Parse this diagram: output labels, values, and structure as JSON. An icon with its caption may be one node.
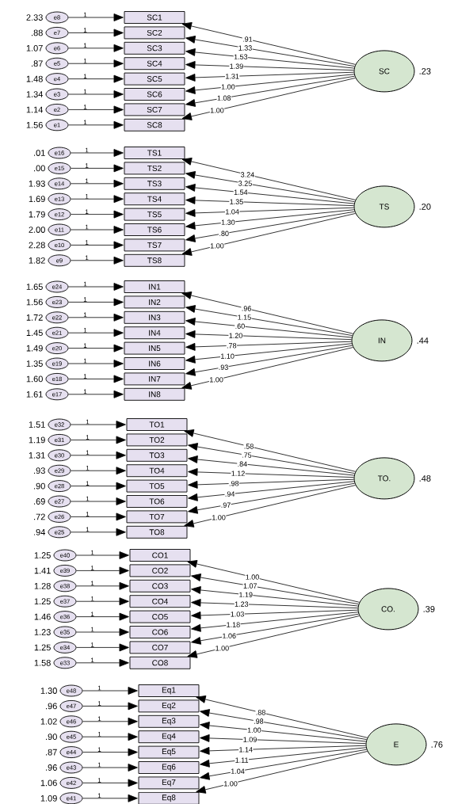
{
  "diagram": {
    "nodes": [
      {
        "text": [
          "e8"
        ],
        "beside": [
          "2.33"
        ]
      },
      {
        "text": [
          "e7"
        ],
        "beside": [
          ".88"
        ]
      },
      {
        "text": [
          "e6"
        ],
        "beside": [
          "1.07"
        ]
      },
      {
        "text": [
          "e5"
        ],
        "beside": [
          ".87"
        ]
      },
      {
        "text": [
          "e4"
        ],
        "beside": [
          "1.48"
        ]
      },
      {
        "text": [
          "e3"
        ],
        "beside": [
          "1.34"
        ]
      },
      {
        "text": [
          "e2"
        ],
        "beside": [
          "1.14"
        ]
      },
      {
        "text": [
          "e1"
        ],
        "beside": [
          "1.56"
        ]
      },
      {
        "text": [
          "SC1"
        ]
      },
      {
        "text": [
          "SC2"
        ]
      },
      {
        "text": [
          "SC3"
        ]
      },
      {
        "text": [
          "SC4"
        ]
      },
      {
        "text": [
          "SC5"
        ]
      },
      {
        "text": [
          "SC6"
        ]
      },
      {
        "text": [
          "SC7"
        ]
      },
      {
        "text": [
          "SC8"
        ]
      },
      {
        "text": [
          "SC"
        ],
        "beside": [
          ".23"
        ]
      },
      {
        "text": [
          "e16"
        ],
        "beside": [
          ".01"
        ]
      },
      {
        "text": [
          "e15"
        ],
        "beside": [
          ".00"
        ]
      },
      {
        "text": [
          "e14"
        ],
        "beside": [
          "1.93"
        ]
      },
      {
        "text": [
          "e13"
        ],
        "beside": [
          "1.69"
        ]
      },
      {
        "text": [
          "e12"
        ],
        "beside": [
          "1.79"
        ]
      },
      {
        "text": [
          "e11"
        ],
        "beside": [
          "2.00"
        ]
      },
      {
        "text": [
          "e10"
        ],
        "beside": [
          "2.28"
        ]
      },
      {
        "text": [
          "e9"
        ],
        "beside": [
          "1.82"
        ]
      },
      {
        "text": [
          "TS1"
        ]
      },
      {
        "text": [
          "TS2"
        ]
      },
      {
        "text": [
          "TS3"
        ]
      },
      {
        "text": [
          "TS4"
        ]
      },
      {
        "text": [
          "TS5"
        ]
      },
      {
        "text": [
          "TS6"
        ]
      },
      {
        "text": [
          "TS7"
        ]
      },
      {
        "text": [
          "TS8"
        ]
      },
      {
        "text": [
          "TS"
        ],
        "beside": [
          ".20"
        ]
      },
      {
        "text": [
          "e24"
        ],
        "beside": [
          "1.65"
        ]
      },
      {
        "text": [
          "e23"
        ],
        "beside": [
          "1.56"
        ]
      },
      {
        "text": [
          "e22"
        ],
        "beside": [
          "1.72"
        ]
      },
      {
        "text": [
          "e21"
        ],
        "beside": [
          "1.45"
        ]
      },
      {
        "text": [
          "e20"
        ],
        "beside": [
          "1.49"
        ]
      },
      {
        "text": [
          "e19"
        ],
        "beside": [
          "1.35"
        ]
      },
      {
        "text": [
          "e18"
        ],
        "beside": [
          "1.60"
        ]
      },
      {
        "text": [
          "e17"
        ],
        "beside": [
          "1.61"
        ]
      },
      {
        "text": [
          "IN1"
        ]
      },
      {
        "text": [
          "IN2"
        ]
      },
      {
        "text": [
          "IN3"
        ]
      },
      {
        "text": [
          "IN4"
        ]
      },
      {
        "text": [
          "IN5"
        ]
      },
      {
        "text": [
          "IN6"
        ]
      },
      {
        "text": [
          "IN7"
        ]
      },
      {
        "text": [
          "IN8"
        ]
      },
      {
        "text": [
          "IN"
        ],
        "beside": [
          ".44"
        ]
      },
      {
        "text": [
          "e32"
        ],
        "beside": [
          "1.51"
        ]
      },
      {
        "text": [
          "e31"
        ],
        "beside": [
          "1.19"
        ]
      },
      {
        "text": [
          "e30"
        ],
        "beside": [
          "1.31"
        ]
      },
      {
        "text": [
          "e29"
        ],
        "beside": [
          ".93"
        ]
      },
      {
        "text": [
          "e28"
        ],
        "beside": [
          ".90"
        ]
      },
      {
        "text": [
          "e27"
        ],
        "beside": [
          ".69"
        ]
      },
      {
        "text": [
          "e26"
        ],
        "beside": [
          ".72"
        ]
      },
      {
        "text": [
          "e25"
        ],
        "beside": [
          ".94"
        ]
      },
      {
        "text": [
          "TO1"
        ]
      },
      {
        "text": [
          "TO2"
        ]
      },
      {
        "text": [
          "TO3"
        ]
      },
      {
        "text": [
          "TO4"
        ]
      },
      {
        "text": [
          "TO5"
        ]
      },
      {
        "text": [
          "TO6"
        ]
      },
      {
        "text": [
          "TO7"
        ]
      },
      {
        "text": [
          "TO8"
        ]
      },
      {
        "text": [
          "TO."
        ],
        "beside": [
          ".48"
        ]
      },
      {
        "text": [
          "e40"
        ],
        "beside": [
          "1.25"
        ]
      },
      {
        "text": [
          "e39"
        ],
        "beside": [
          "1.41"
        ]
      },
      {
        "text": [
          "e38"
        ],
        "beside": [
          "1.28"
        ]
      },
      {
        "text": [
          "e37"
        ],
        "beside": [
          "1.25"
        ]
      },
      {
        "text": [
          "e36"
        ],
        "beside": [
          "1.46"
        ]
      },
      {
        "text": [
          "e35"
        ],
        "beside": [
          "1.23"
        ]
      },
      {
        "text": [
          "e34"
        ],
        "beside": [
          "1.25"
        ]
      },
      {
        "text": [
          "e33"
        ],
        "beside": [
          "1.58"
        ]
      },
      {
        "text": [
          "CO1"
        ]
      },
      {
        "text": [
          "CO2"
        ]
      },
      {
        "text": [
          "CO3"
        ]
      },
      {
        "text": [
          "CO4"
        ]
      },
      {
        "text": [
          "CO5"
        ]
      },
      {
        "text": [
          "CO6"
        ]
      },
      {
        "text": [
          "CO7"
        ]
      },
      {
        "text": [
          "CO8"
        ]
      },
      {
        "text": [
          "CO."
        ],
        "beside": [
          ".39"
        ]
      },
      {
        "text": [
          "e48"
        ],
        "beside": [
          "1.30"
        ]
      },
      {
        "text": [
          "e47"
        ],
        "beside": [
          ".96"
        ]
      },
      {
        "text": [
          "e46"
        ],
        "beside": [
          "1.02"
        ]
      },
      {
        "text": [
          "e45"
        ],
        "beside": [
          ".90"
        ]
      },
      {
        "text": [
          "e44"
        ],
        "beside": [
          ".87"
        ]
      },
      {
        "text": [
          "e43"
        ],
        "beside": [
          ".96"
        ]
      },
      {
        "text": [
          "e42"
        ],
        "beside": [
          "1.06"
        ]
      },
      {
        "text": [
          "e41"
        ],
        "beside": [
          "1.09"
        ]
      },
      {
        "text": [
          "Eq1"
        ]
      },
      {
        "text": [
          "Eq2"
        ]
      },
      {
        "text": [
          "Eq3"
        ]
      },
      {
        "text": [
          "Eq4"
        ]
      },
      {
        "text": [
          "Eq5"
        ]
      },
      {
        "text": [
          "Eq6"
        ]
      },
      {
        "text": [
          "Eq7"
        ]
      },
      {
        "text": [
          "Eq8"
        ]
      },
      {
        "text": [
          "E"
        ],
        "beside": [
          ".76"
        ]
      }
    ],
    "edges": [
      {
        "from": 0,
        "to": 8,
        "arrow": "to",
        "label": "1"
      },
      {
        "from": 1,
        "to": 9,
        "arrow": "to",
        "label": "1"
      },
      {
        "from": 2,
        "to": 10,
        "arrow": "to",
        "label": "1"
      },
      {
        "from": 3,
        "to": 11,
        "arrow": "to",
        "label": "1"
      },
      {
        "from": 4,
        "to": 12,
        "arrow": "to",
        "label": "1"
      },
      {
        "from": 5,
        "to": 13,
        "arrow": "to",
        "label": "1"
      },
      {
        "from": 6,
        "to": 14,
        "arrow": "to",
        "label": "1"
      },
      {
        "from": 7,
        "to": 15,
        "arrow": "to",
        "label": "1"
      },
      {
        "from": 16,
        "to": 8,
        "arrow": "to",
        "label": ".91"
      },
      {
        "from": 16,
        "to": 9,
        "arrow": "to",
        "label": "1.33"
      },
      {
        "from": 16,
        "to": 10,
        "arrow": "to",
        "label": "1.53"
      },
      {
        "from": 16,
        "to": 11,
        "arrow": "to",
        "label": "1.39"
      },
      {
        "from": 16,
        "to": 12,
        "arrow": "to",
        "label": "1.31"
      },
      {
        "from": 16,
        "to": 13,
        "arrow": "to",
        "label": "1.00"
      },
      {
        "from": 16,
        "to": 14,
        "arrow": "to",
        "label": "1.08"
      },
      {
        "from": 16,
        "to": 15,
        "arrow": "to",
        "label": "1.00"
      },
      {
        "from": 17,
        "to": 25,
        "arrow": "to",
        "label": "1"
      },
      {
        "from": 18,
        "to": 26,
        "arrow": "to",
        "label": "1"
      },
      {
        "from": 19,
        "to": 27,
        "arrow": "to",
        "label": "1"
      },
      {
        "from": 20,
        "to": 28,
        "arrow": "to",
        "label": "1"
      },
      {
        "from": 21,
        "to": 29,
        "arrow": "to",
        "label": "1"
      },
      {
        "from": 22,
        "to": 30,
        "arrow": "to",
        "label": "1"
      },
      {
        "from": 23,
        "to": 31,
        "arrow": "to",
        "label": "1"
      },
      {
        "from": 24,
        "to": 32,
        "arrow": "to",
        "label": "1"
      },
      {
        "from": 33,
        "to": 25,
        "arrow": "to",
        "label": "3.24"
      },
      {
        "from": 33,
        "to": 26,
        "arrow": "to",
        "label": "3.25"
      },
      {
        "from": 33,
        "to": 27,
        "arrow": "to",
        "label": "1.54"
      },
      {
        "from": 33,
        "to": 28,
        "arrow": "to",
        "label": "1.35"
      },
      {
        "from": 33,
        "to": 29,
        "arrow": "to",
        "label": "1.04"
      },
      {
        "from": 33,
        "to": 30,
        "arrow": "to",
        "label": "1.30"
      },
      {
        "from": 33,
        "to": 31,
        "arrow": "to",
        "label": ".80"
      },
      {
        "from": 33,
        "to": 32,
        "arrow": "to",
        "label": "1.00"
      },
      {
        "from": 34,
        "to": 42,
        "arrow": "to",
        "label": "1"
      },
      {
        "from": 35,
        "to": 43,
        "arrow": "to",
        "label": "1"
      },
      {
        "from": 36,
        "to": 44,
        "arrow": "to",
        "label": "1"
      },
      {
        "from": 37,
        "to": 45,
        "arrow": "to",
        "label": "1"
      },
      {
        "from": 38,
        "to": 46,
        "arrow": "to",
        "label": "1"
      },
      {
        "from": 39,
        "to": 47,
        "arrow": "to",
        "label": "1"
      },
      {
        "from": 40,
        "to": 48,
        "arrow": "to",
        "label": "1"
      },
      {
        "from": 41,
        "to": 49,
        "arrow": "to",
        "label": "1"
      },
      {
        "from": 50,
        "to": 42,
        "arrow": "to",
        "label": ".96"
      },
      {
        "from": 50,
        "to": 43,
        "arrow": "to",
        "label": "1.15"
      },
      {
        "from": 50,
        "to": 44,
        "arrow": "to",
        "label": ".60"
      },
      {
        "from": 50,
        "to": 45,
        "arrow": "to",
        "label": "1.20"
      },
      {
        "from": 50,
        "to": 46,
        "arrow": "to",
        "label": ".78"
      },
      {
        "from": 50,
        "to": 47,
        "arrow": "to",
        "label": "1.10"
      },
      {
        "from": 50,
        "to": 48,
        "arrow": "to",
        "label": ".93"
      },
      {
        "from": 50,
        "to": 49,
        "arrow": "to",
        "label": "1.00"
      },
      {
        "from": 51,
        "to": 59,
        "arrow": "to",
        "label": "1"
      },
      {
        "from": 52,
        "to": 60,
        "arrow": "to",
        "label": "1"
      },
      {
        "from": 53,
        "to": 61,
        "arrow": "to",
        "label": "1"
      },
      {
        "from": 54,
        "to": 62,
        "arrow": "to",
        "label": "1"
      },
      {
        "from": 55,
        "to": 63,
        "arrow": "to",
        "label": "1"
      },
      {
        "from": 56,
        "to": 64,
        "arrow": "to",
        "label": "1"
      },
      {
        "from": 57,
        "to": 65,
        "arrow": "to",
        "label": "1"
      },
      {
        "from": 58,
        "to": 66,
        "arrow": "to",
        "label": "1"
      },
      {
        "from": 67,
        "to": 59,
        "arrow": "to",
        "label": ".58"
      },
      {
        "from": 67,
        "to": 60,
        "arrow": "to",
        "label": ".75"
      },
      {
        "from": 67,
        "to": 61,
        "arrow": "to",
        "label": ".84"
      },
      {
        "from": 67,
        "to": 62,
        "arrow": "to",
        "label": "1.12"
      },
      {
        "from": 67,
        "to": 63,
        "arrow": "to",
        "label": ".98"
      },
      {
        "from": 67,
        "to": 64,
        "arrow": "to",
        "label": ".94"
      },
      {
        "from": 67,
        "to": 65,
        "arrow": "to",
        "label": ".97"
      },
      {
        "from": 67,
        "to": 66,
        "arrow": "to",
        "label": "1.00"
      },
      {
        "from": 68,
        "to": 76,
        "arrow": "to",
        "label": "1"
      },
      {
        "from": 69,
        "to": 77,
        "arrow": "to",
        "label": "1"
      },
      {
        "from": 70,
        "to": 78,
        "arrow": "to",
        "label": "1"
      },
      {
        "from": 71,
        "to": 79,
        "arrow": "to",
        "label": "1"
      },
      {
        "from": 72,
        "to": 80,
        "arrow": "to",
        "label": "1"
      },
      {
        "from": 73,
        "to": 81,
        "arrow": "to",
        "label": "1"
      },
      {
        "from": 74,
        "to": 82,
        "arrow": "to",
        "label": "1"
      },
      {
        "from": 75,
        "to": 83,
        "arrow": "to",
        "label": "1"
      },
      {
        "from": 84,
        "to": 76,
        "arrow": "to",
        "label": "1.00"
      },
      {
        "from": 84,
        "to": 77,
        "arrow": "to",
        "label": "1.07"
      },
      {
        "from": 84,
        "to": 78,
        "arrow": "to",
        "label": "1.19"
      },
      {
        "from": 84,
        "to": 79,
        "arrow": "to",
        "label": "1.23"
      },
      {
        "from": 84,
        "to": 80,
        "arrow": "to",
        "label": "1.03"
      },
      {
        "from": 84,
        "to": 81,
        "arrow": "to",
        "label": "1.18"
      },
      {
        "from": 84,
        "to": 82,
        "arrow": "to",
        "label": "1.06"
      },
      {
        "from": 84,
        "to": 83,
        "arrow": "to",
        "label": "1.00"
      },
      {
        "from": 85,
        "to": 93,
        "arrow": "to",
        "label": "1"
      },
      {
        "from": 86,
        "to": 94,
        "arrow": "to",
        "label": "1"
      },
      {
        "from": 87,
        "to": 95,
        "arrow": "to",
        "label": "1"
      },
      {
        "from": 88,
        "to": 96,
        "arrow": "to",
        "label": "1"
      },
      {
        "from": 89,
        "to": 97,
        "arrow": "to",
        "label": "1"
      },
      {
        "from": 90,
        "to": 98,
        "arrow": "to",
        "label": "1"
      },
      {
        "from": 91,
        "to": 99,
        "arrow": "to",
        "label": "1"
      },
      {
        "from": 92,
        "to": 100,
        "arrow": "to",
        "label": "1"
      },
      {
        "from": 101,
        "to": 93,
        "arrow": "to",
        "label": ".88"
      },
      {
        "from": 101,
        "to": 94,
        "arrow": "to",
        "label": ".98"
      },
      {
        "from": 101,
        "to": 95,
        "arrow": "to",
        "label": "1.00"
      },
      {
        "from": 101,
        "to": 96,
        "arrow": "to",
        "label": "1.09"
      },
      {
        "from": 101,
        "to": 97,
        "arrow": "to",
        "label": "1.14"
      },
      {
        "from": 101,
        "to": 98,
        "arrow": "to",
        "label": "1.11"
      },
      {
        "from": 101,
        "to": 99,
        "arrow": "to",
        "label": "1.04"
      },
      {
        "from": 101,
        "to": 100,
        "arrow": "to",
        "label": "1.00"
      }
    ]
  }
}
